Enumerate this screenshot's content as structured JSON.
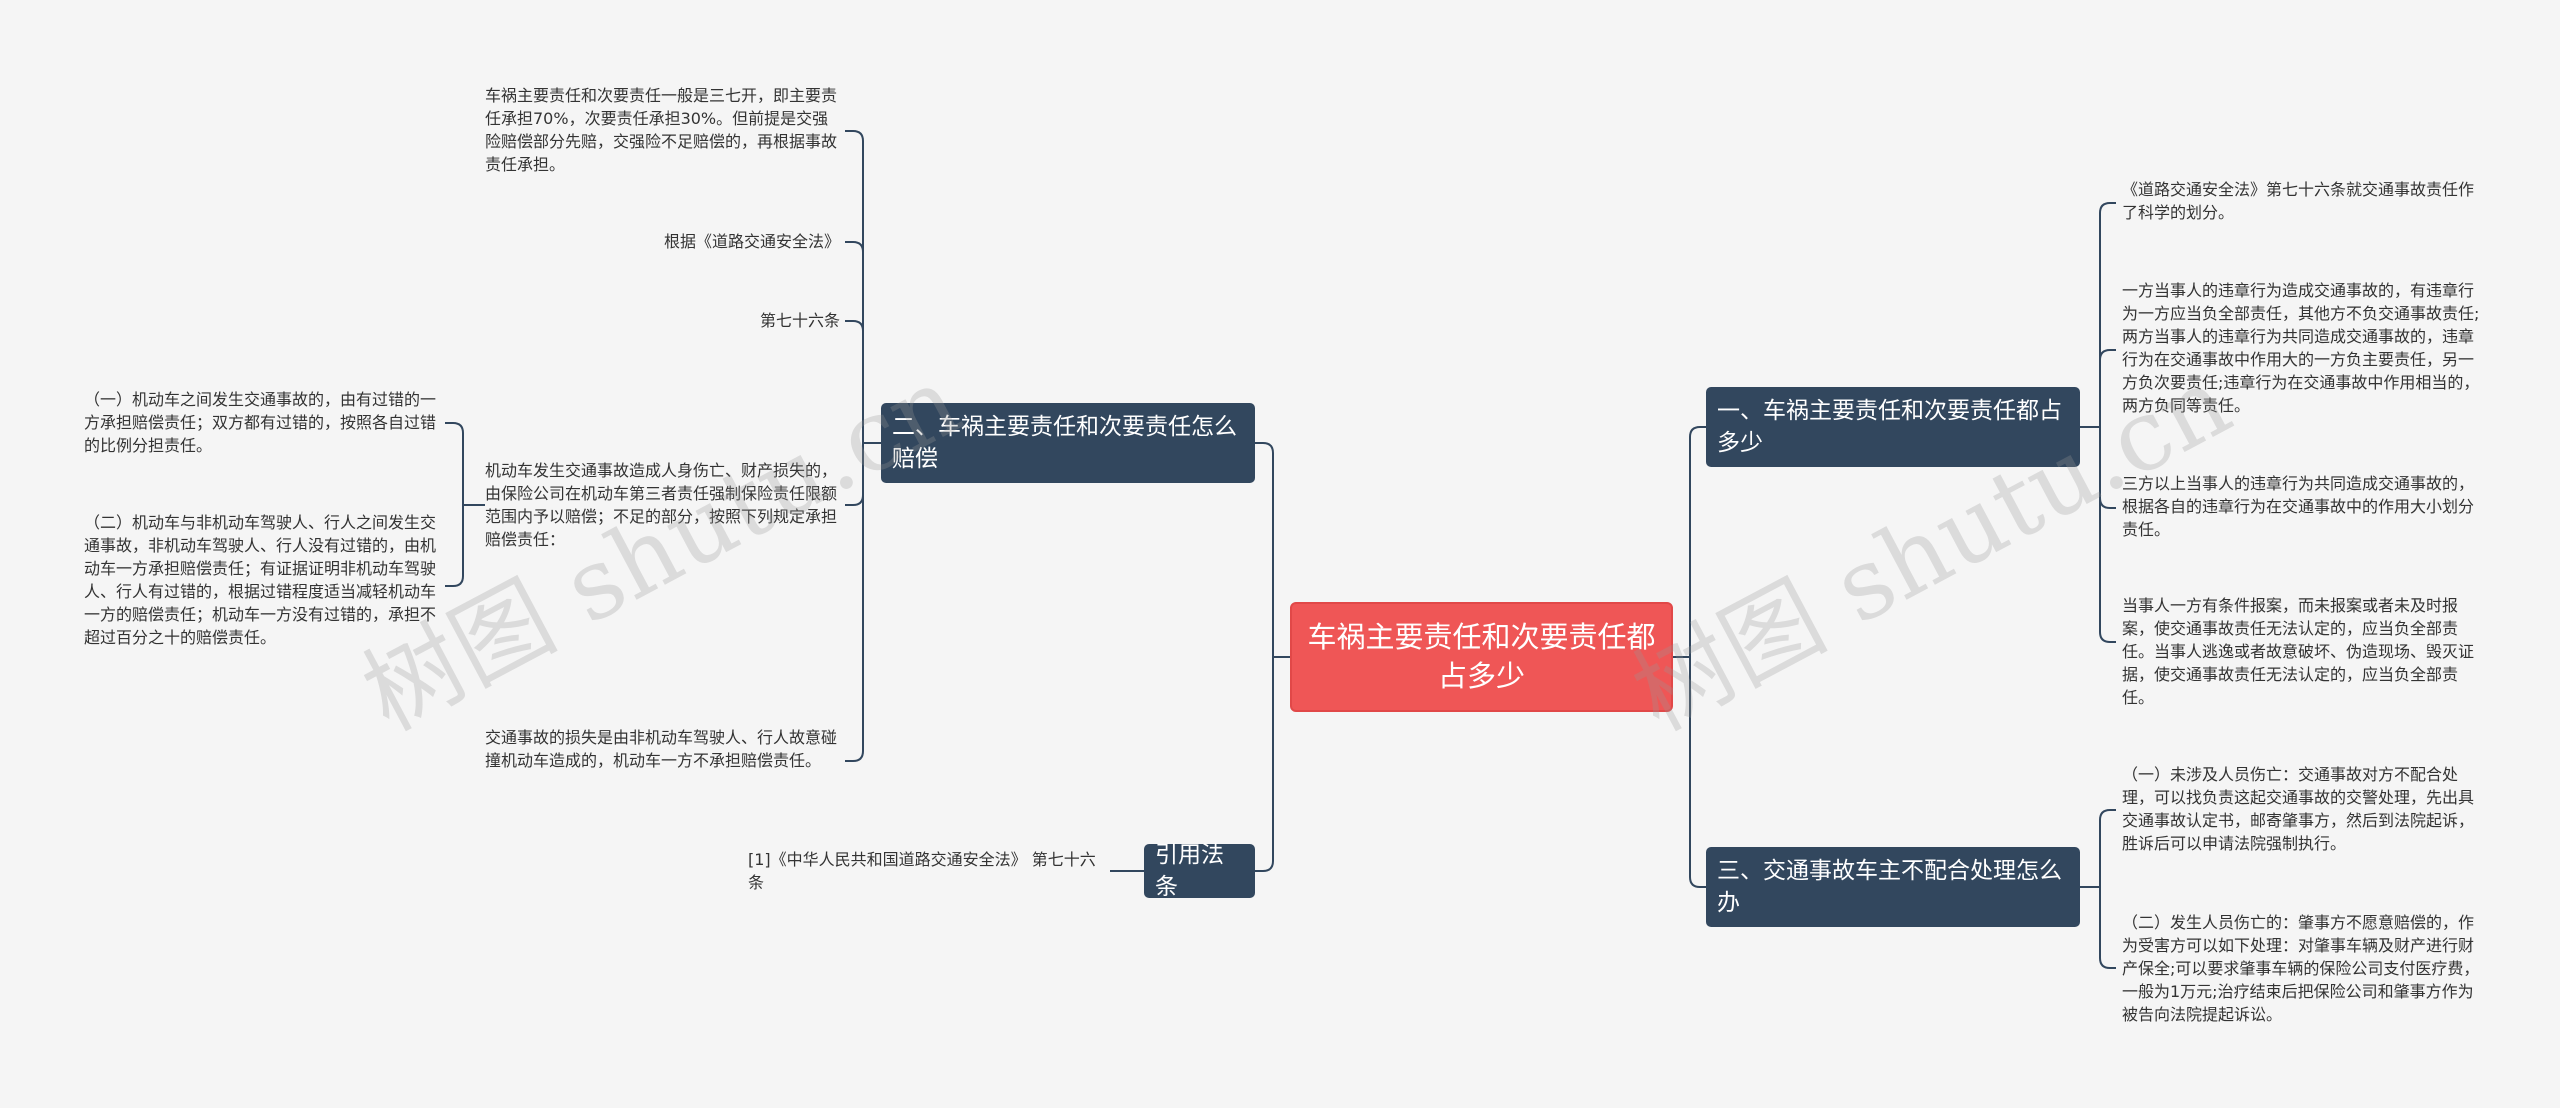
{
  "root": {
    "label": "车祸主要责任和次要责任都占多少"
  },
  "branches": {
    "b1": {
      "label": "一、车祸主要责任和次要责任都占多少",
      "leaves": [
        "《道路交通安全法》第七十六条就交通事故责任作了科学的划分。",
        "一方当事人的违章行为造成交通事故的，有违章行为一方应当负全部责任，其他方不负交通事故责任;两方当事人的违章行为共同造成交通事故的，违章行为在交通事故中作用大的一方负主要责任，另一方负次要责任;违章行为在交通事故中作用相当的，两方负同等责任。",
        "三方以上当事人的违章行为共同造成交通事故的，根据各自的违章行为在交通事故中的作用大小划分责任。",
        "当事人一方有条件报案，而未报案或者未及时报案，使交通事故责任无法认定的，应当负全部责任。当事人逃逸或者故意破坏、伪造现场、毁灭证据，使交通事故责任无法认定的，应当负全部责任。"
      ]
    },
    "b3": {
      "label": "三、交通事故车主不配合处理怎么办",
      "leaves": [
        "（一）未涉及人员伤亡：交通事故对方不配合处理，可以找负责这起交通事故的交警处理，先出具交通事故认定书，邮寄肇事方，然后到法院起诉，胜诉后可以申请法院强制执行。",
        "（二）发生人员伤亡的：肇事方不愿意赔偿的，作为受害方可以如下处理：对肇事车辆及财产进行财产保全;可以要求肇事车辆的保险公司支付医疗费，一般为1万元;治疗结束后把保险公司和肇事方作为被告向法院提起诉讼。"
      ]
    },
    "b2": {
      "label": "二、车祸主要责任和次要责任怎么赔偿",
      "leaves": [
        "车祸主要责任和次要责任一般是三七开，即主要责任承担70%，次要责任承担30%。但前提是交强险赔偿部分先赔，交强险不足赔偿的，再根据事故责任承担。",
        "根据《道路交通安全法》",
        "第七十六条",
        "机动车发生交通事故造成人身伤亡、财产损失的，由保险公司在机动车第三者责任强制保险责任限额范围内予以赔偿；不足的部分，按照下列规定承担赔偿责任：",
        "交通事故的损失是由非机动车驾驶人、行人故意碰撞机动车造成的，机动车一方不承担赔偿责任。"
      ],
      "subleaves": [
        "（一）机动车之间发生交通事故的，由有过错的一方承担赔偿责任；双方都有过错的，按照各自过错的比例分担责任。",
        "（二）机动车与非机动车驾驶人、行人之间发生交通事故，非机动车驾驶人、行人没有过错的，由机动车一方承担赔偿责任；有证据证明非机动车驾驶人、行人有过错的，根据过错程度适当减轻机动车一方的赔偿责任；机动车一方没有过错的，承担不超过百分之十的赔偿责任。"
      ]
    },
    "b4": {
      "label": "引用法条",
      "leaves": [
        "[1]《中华人民共和国道路交通安全法》 第七十六条"
      ]
    }
  },
  "watermark": "树图 shutu.cn",
  "colors": {
    "root_fill": "#ef5656",
    "branch_fill": "#32475e",
    "connector": "#32475e",
    "background": "#f5f5f5"
  }
}
